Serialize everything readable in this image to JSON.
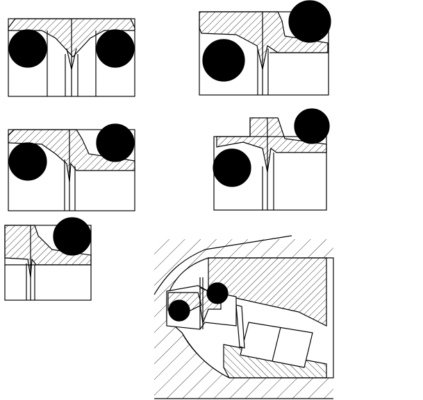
{
  "diagram": {
    "type": "technical-drawing",
    "subject": "",
    "colors": {
      "line": "#000000",
      "background": "#ffffff",
      "oring": "#000000"
    },
    "panels": [
      {
        "id": "variant-1",
        "seals": 2
      },
      {
        "id": "variant-2",
        "seals": 2
      },
      {
        "id": "variant-3",
        "seals": 2
      },
      {
        "id": "variant-4",
        "seals": 2
      },
      {
        "id": "variant-5",
        "seals": 1
      },
      {
        "id": "assembly-section",
        "seals": 2
      }
    ]
  }
}
